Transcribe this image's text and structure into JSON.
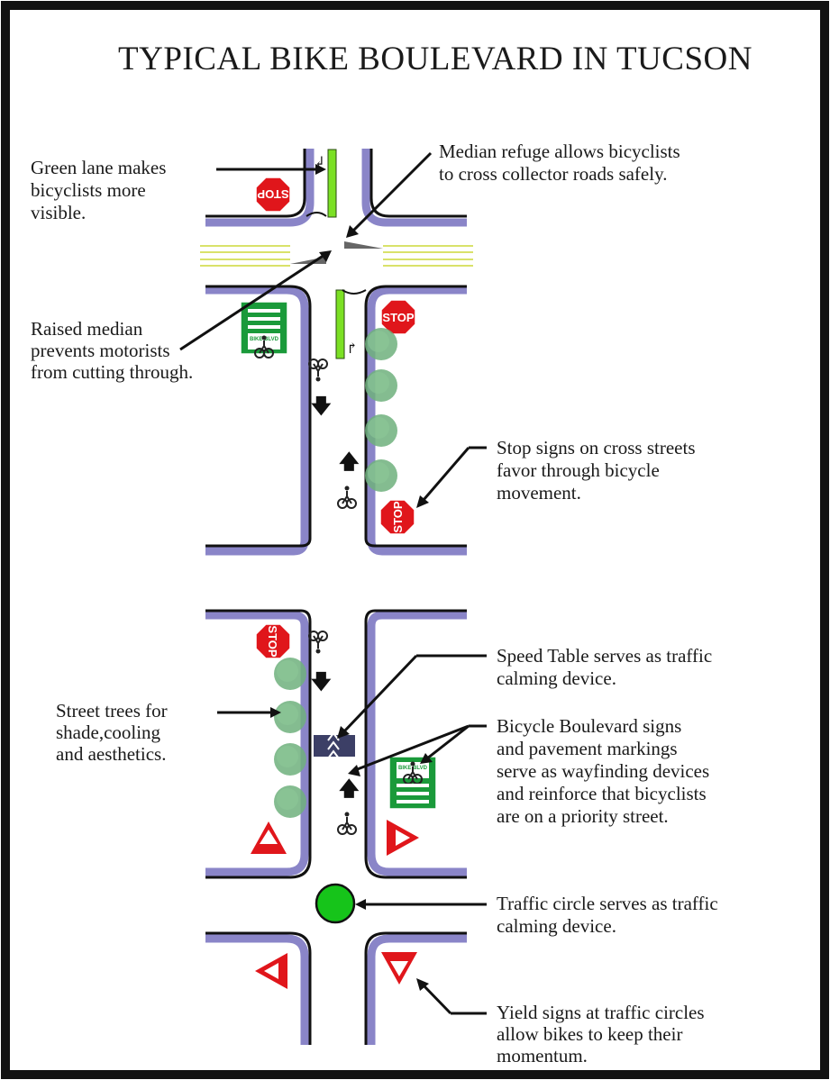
{
  "title": "TYPICAL BIKE BOULEVARD IN TUCSON",
  "callouts": {
    "green_lane": [
      "Green lane makes",
      "bicyclists more",
      "visible."
    ],
    "median_refuge": [
      "Median refuge allows bicyclists",
      "to cross collector roads safely."
    ],
    "raised_median": [
      "Raised median",
      "prevents motorists",
      "from cutting through."
    ],
    "stop_signs": [
      "Stop signs on cross streets",
      "favor through bicycle",
      "movement."
    ],
    "speed_table": [
      "Speed Table serves as traffic",
      "calming device."
    ],
    "street_trees": [
      "Street trees for",
      "shade,cooling",
      "and aesthetics."
    ],
    "boulevard_signs": [
      "Bicycle Boulevard signs",
      "and pavement markings",
      "serve as wayfinding devices",
      "and reinforce that bicyclists",
      "are on a priority street."
    ],
    "traffic_circle": [
      "Traffic circle serves as traffic",
      "calming device."
    ],
    "yield_signs": [
      "Yield signs at traffic circles",
      "allow bikes to keep their",
      "momentum."
    ]
  },
  "signs": {
    "stop": "STOP",
    "bike_blvd": "BIKE BLVD"
  },
  "colors": {
    "road_edge": "#8a85c8",
    "curb": "#111111",
    "green_lane": "#7be024",
    "stop_sign": "#e0161b",
    "tree": "#6fb07c",
    "traffic_circle": "#16c41a",
    "bike_sign": "#1a9a3a",
    "speed_table": "#3c3f66",
    "collector_lines": "#d9e26a"
  }
}
